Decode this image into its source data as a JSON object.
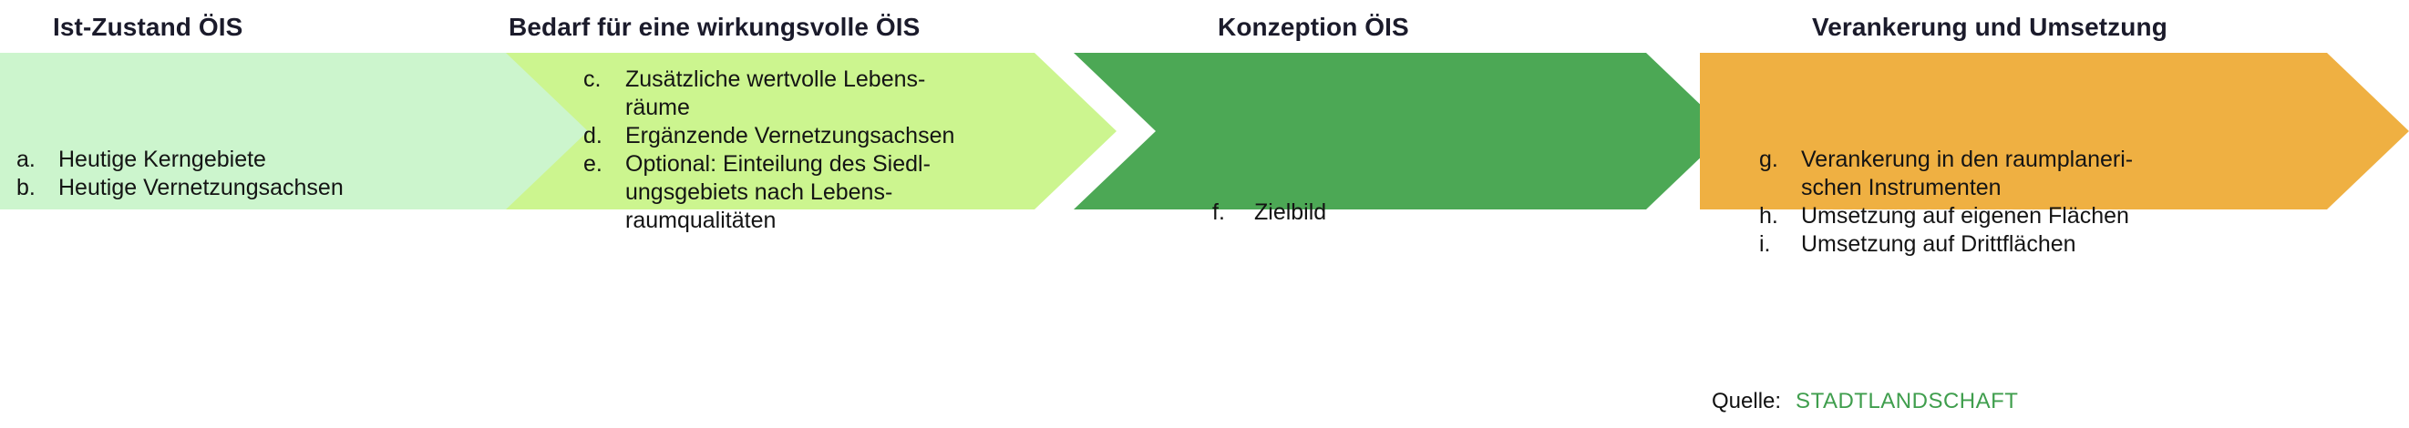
{
  "diagram": {
    "title_hidden": "ÖIS Prozessphasen",
    "background": "#ffffff",
    "phases": [
      {
        "id": "ist-zustand",
        "title": "Ist-Zustand ÖIS",
        "color": "#CCF5CD",
        "items": [
          {
            "marker": "a.",
            "text": "Heutige Kerngebiete"
          },
          {
            "marker": "b.",
            "text": "Heutige Vernetzungsachsen"
          }
        ]
      },
      {
        "id": "bedarf",
        "title": "Bedarf für eine wirkungsvolle ÖIS",
        "color": "#CCF58F",
        "items": [
          {
            "marker": "c.",
            "text": "Zusätzliche wertvolle Lebens-\nräume"
          },
          {
            "marker": "d.",
            "text": "Ergänzende Vernetzungsachsen"
          },
          {
            "marker": "e.",
            "text": "Optional: Einteilung des Siedl-\nungsgebiets nach Lebens-\nraumqualitäten"
          }
        ]
      },
      {
        "id": "konzeption",
        "title": "Konzeption ÖIS",
        "color": "#4CA855",
        "items": [
          {
            "marker": "f.",
            "text": "Zielbild"
          }
        ]
      },
      {
        "id": "verankerung",
        "title": "Verankerung und Umsetzung",
        "color": "#EFB042",
        "items": [
          {
            "marker": "g.",
            "text": "Verankerung in den raumplaneri-\nschen Instrumenten"
          },
          {
            "marker": "h.",
            "text": "Umsetzung auf eigenen Flächen"
          },
          {
            "marker": "i.",
            "text": "Umsetzung auf Drittflächen"
          }
        ]
      }
    ],
    "source": {
      "label": "Quelle:",
      "brand": "StadtLandschaft",
      "brand_color": "#3f9e4d"
    }
  }
}
